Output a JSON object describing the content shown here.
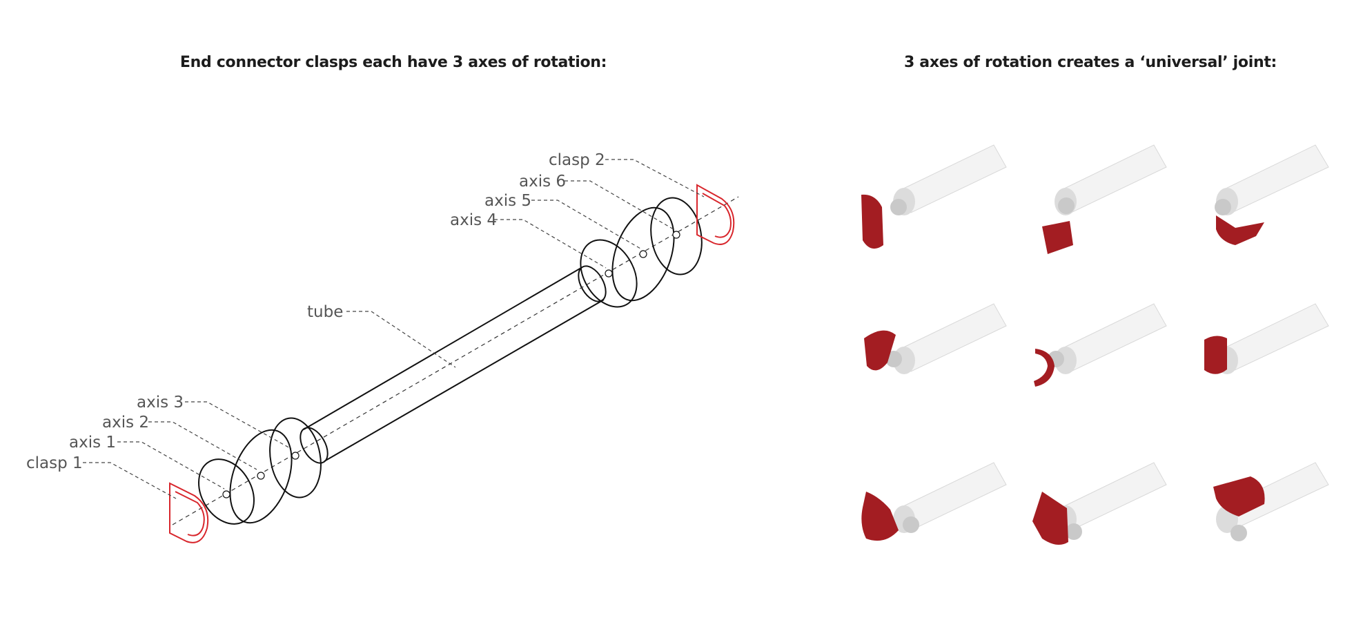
{
  "headings": {
    "left": "End connector clasps each have 3 axes of rotation:",
    "right": "3 axes of rotation creates a ‘universal’ joint:"
  },
  "diagram": {
    "labels": {
      "clasp1": "clasp 1",
      "axis1": "axis 1",
      "axis2": "axis 2",
      "axis3": "axis 3",
      "tube": "tube",
      "axis4": "axis 4",
      "axis5": "axis 5",
      "axis6": "axis 6",
      "clasp2": "clasp 2"
    },
    "line_color": "#111111",
    "clasp_color": "#d8262c"
  },
  "renders": {
    "tube_color": "#f3f3f3",
    "joint_color": "#c9c9c9",
    "clasp_color": "#a31d22",
    "poses": [
      "open-left",
      "tilted-down",
      "pointing-down",
      "curled-left",
      "open-c",
      "cup-left",
      "hook-down",
      "square-down",
      "cup-up"
    ]
  }
}
